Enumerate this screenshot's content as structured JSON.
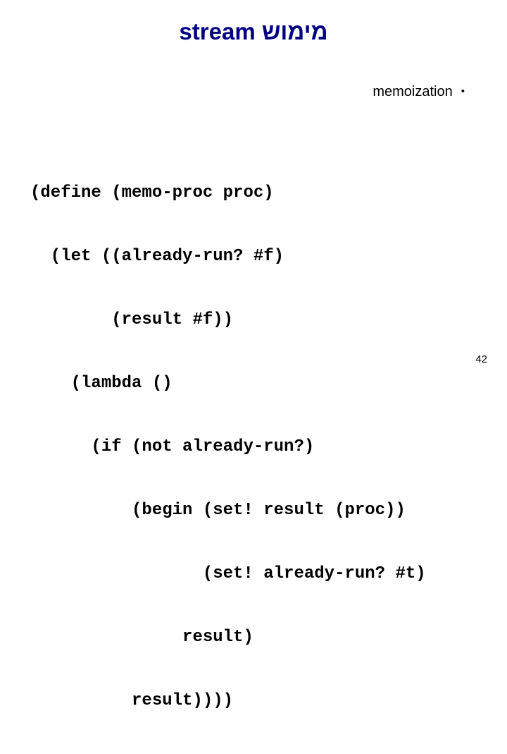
{
  "slide": {
    "title": "stream מימוש",
    "title_color": "#000080",
    "background_color": "#ffffff",
    "text_color": "#000000",
    "page_number": "42"
  },
  "bullets": [
    {
      "marker": "•",
      "text": "memoization"
    }
  ],
  "code": {
    "language": "scheme",
    "lines": [
      "(define (memo-proc proc)",
      "  (let ((already-run? #f)",
      "        (result #f))",
      "    (lambda ()",
      "      (if (not already-run?)",
      "          (begin (set! result (proc))",
      "                 (set! already-run? #t)",
      "               result)",
      "          result))))"
    ]
  }
}
